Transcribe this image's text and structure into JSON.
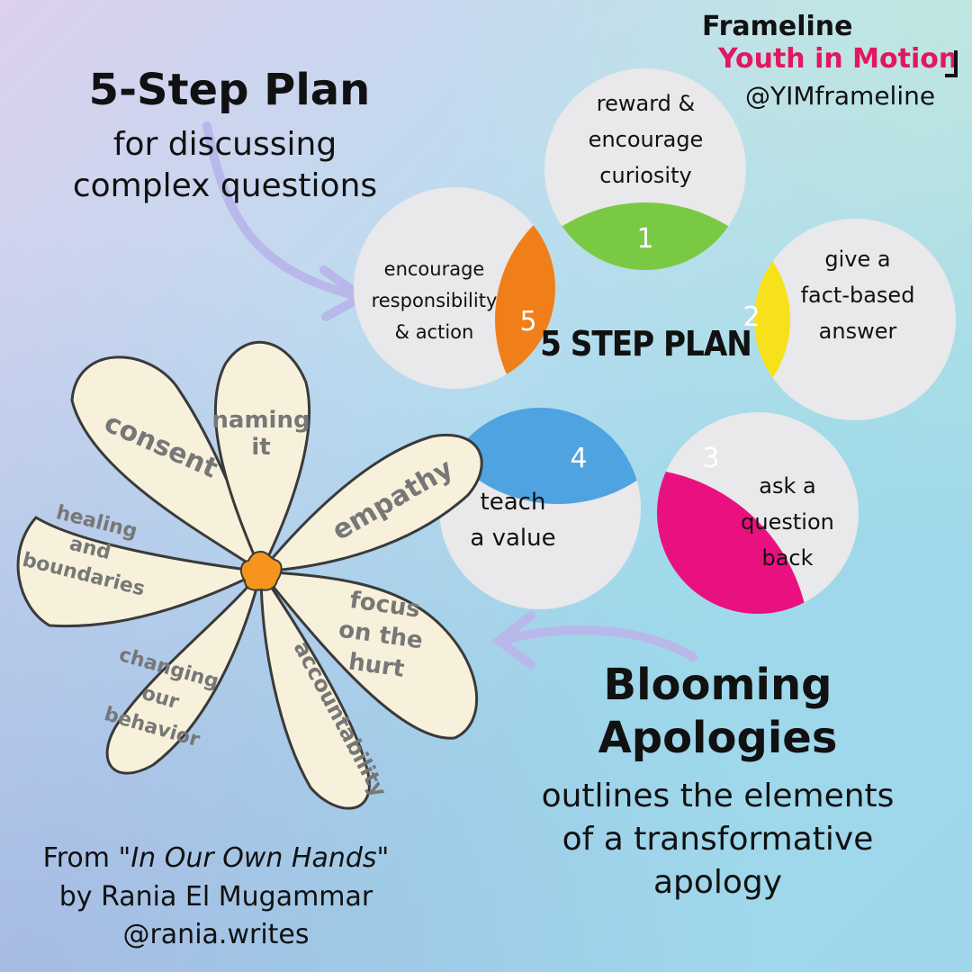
{
  "header": {
    "title": "5-Step Plan",
    "subtitle_line1": "for discussing",
    "subtitle_line2": "complex questions"
  },
  "brand": {
    "name": "Frameline",
    "program": "Youth in Motion",
    "handle": "@YIMframeline",
    "program_color": "#e2175f"
  },
  "step_plan": {
    "center_label": "5 STEP PLAN",
    "steps": [
      {
        "number": "1",
        "lines": [
          "reward &",
          "encourage",
          "curiosity"
        ],
        "color": "#7ac943"
      },
      {
        "number": "2",
        "lines": [
          "give a",
          "fact-based",
          "answer"
        ],
        "color": "#f7e11a"
      },
      {
        "number": "3",
        "lines": [
          "ask a",
          "question",
          "back"
        ],
        "color": "#e8117f"
      },
      {
        "number": "4",
        "lines": [
          "teach",
          "a value"
        ],
        "color": "#4fa3e0"
      },
      {
        "number": "5",
        "lines": [
          "encourage",
          "responsibility",
          "& action"
        ],
        "color": "#f07f1a"
      }
    ]
  },
  "flower": {
    "petals": [
      "consent",
      "naming it",
      "empathy",
      "focus on the hurt",
      "accountability",
      "changing our behavior",
      "healing and boundaries"
    ],
    "center_color": "#f7941d"
  },
  "blooming": {
    "title_line1": "Blooming",
    "title_line2": "Apologies",
    "desc_line1": "outlines the elements",
    "desc_line2": "of a transformative",
    "desc_line3": "apology"
  },
  "credit": {
    "from_prefix": "From ",
    "book_title": "\"In Our Own Hands\"",
    "author_line": "by Rania El Mugammar",
    "handle": "@rania.writes"
  },
  "colors": {
    "circle_fill": "#e9e8ea",
    "arrow": "#b8b8ea"
  }
}
